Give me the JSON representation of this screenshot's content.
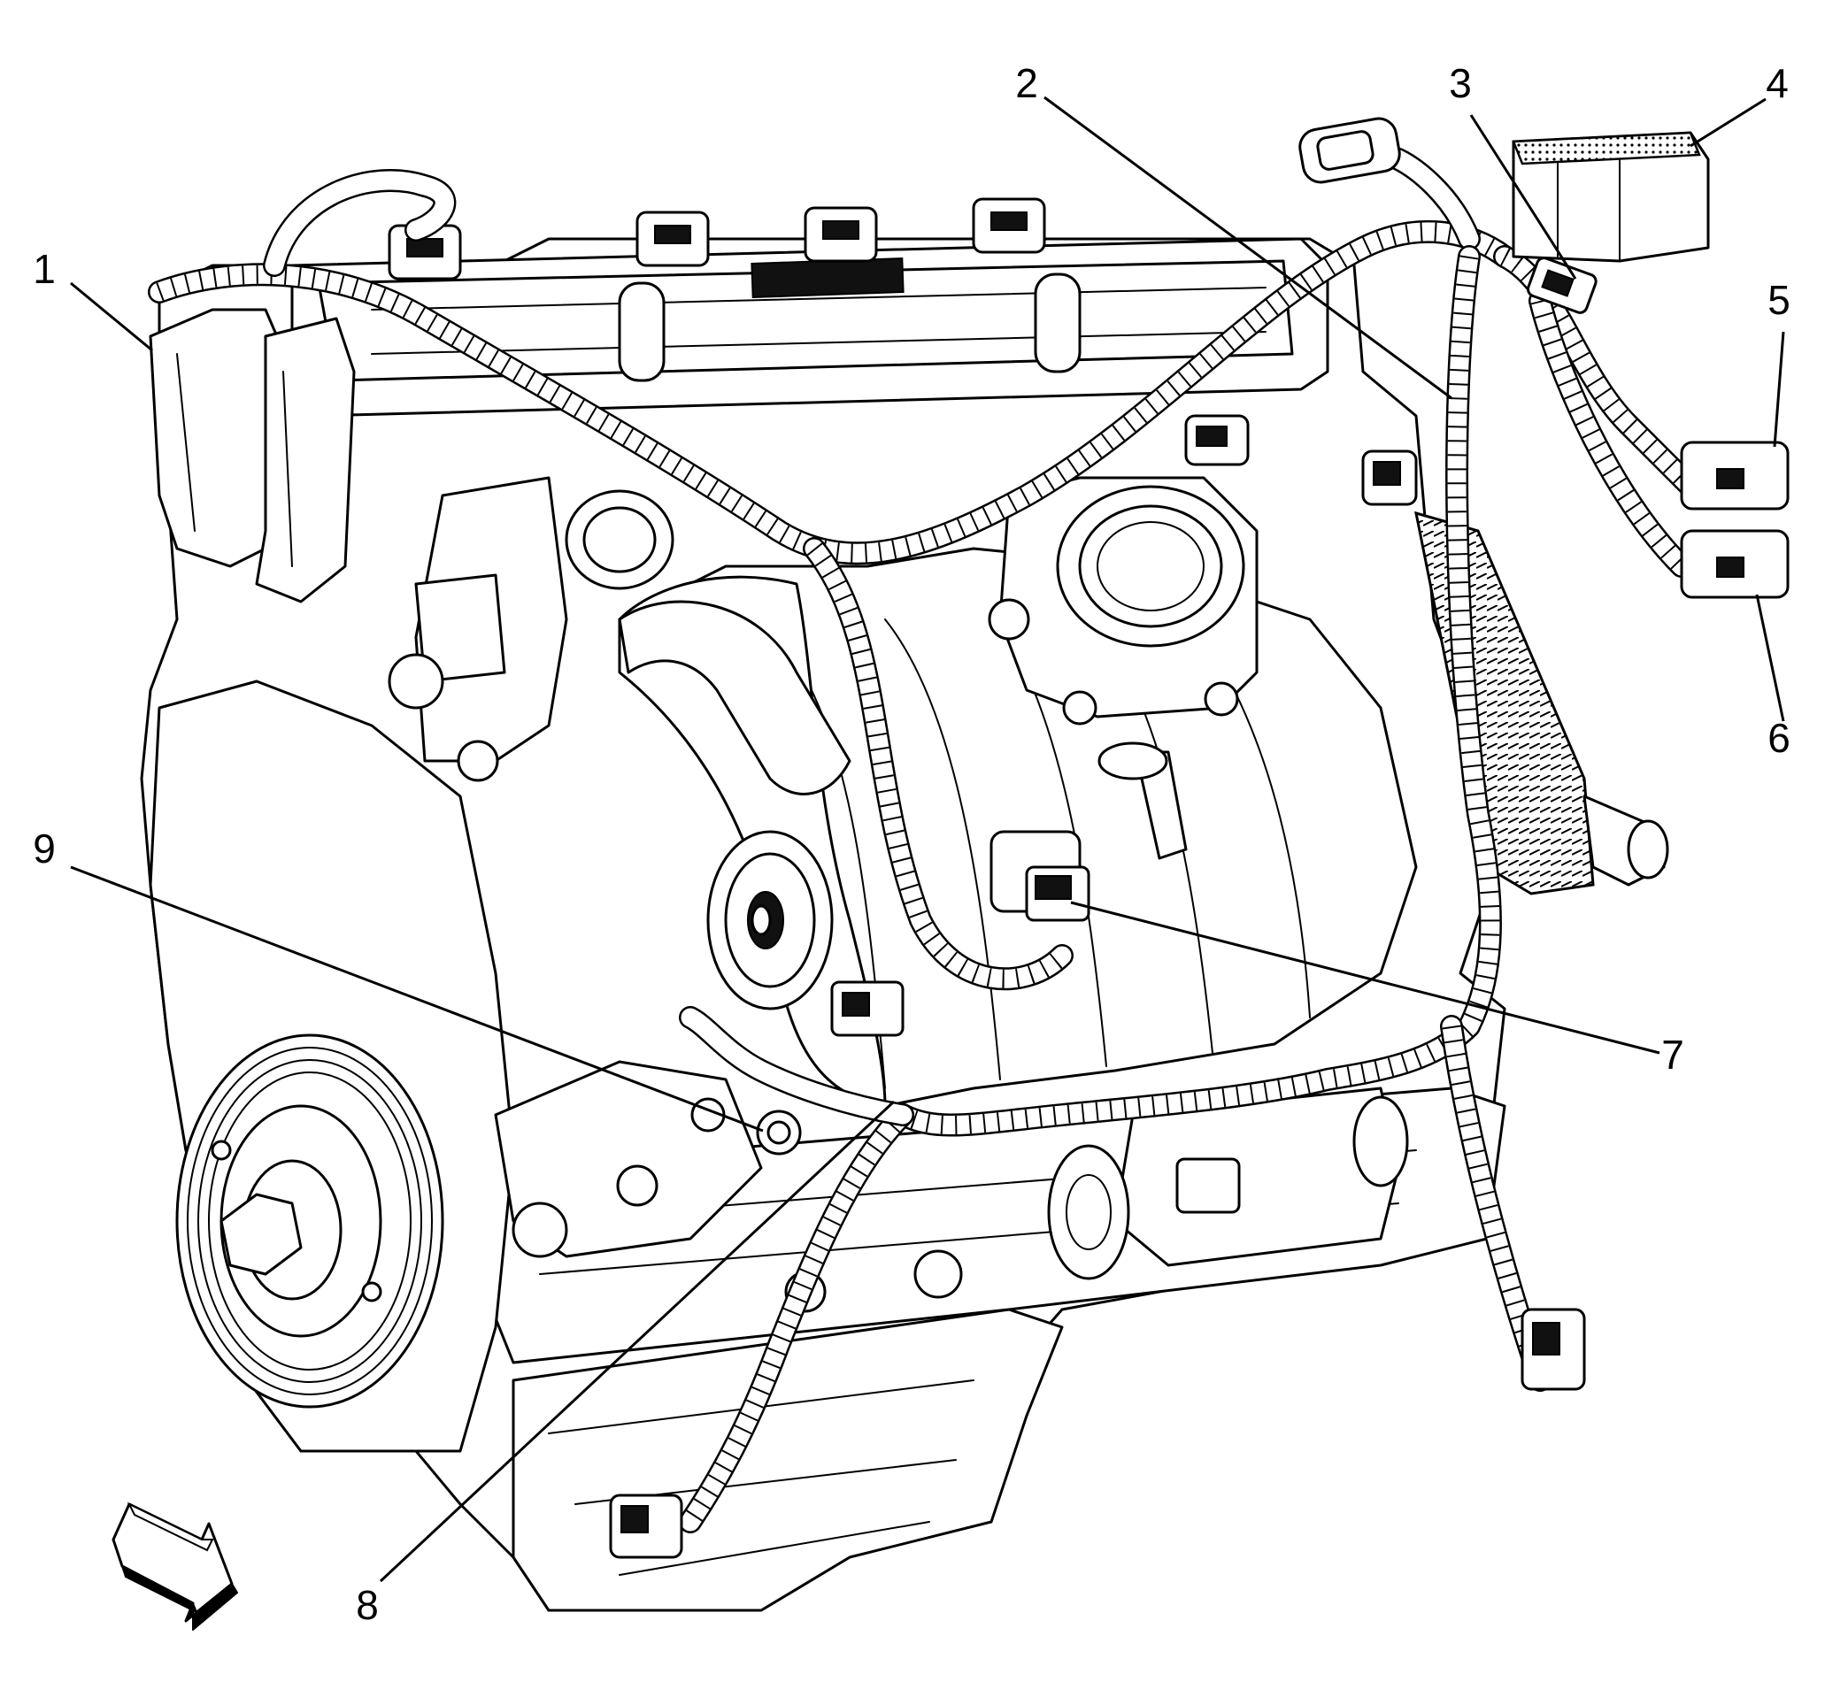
{
  "callouts": [
    "1",
    "2",
    "3",
    "4",
    "5",
    "6",
    "7",
    "8",
    "9"
  ],
  "icons": {
    "direction_arrow": "right-down-arrow-icon"
  }
}
